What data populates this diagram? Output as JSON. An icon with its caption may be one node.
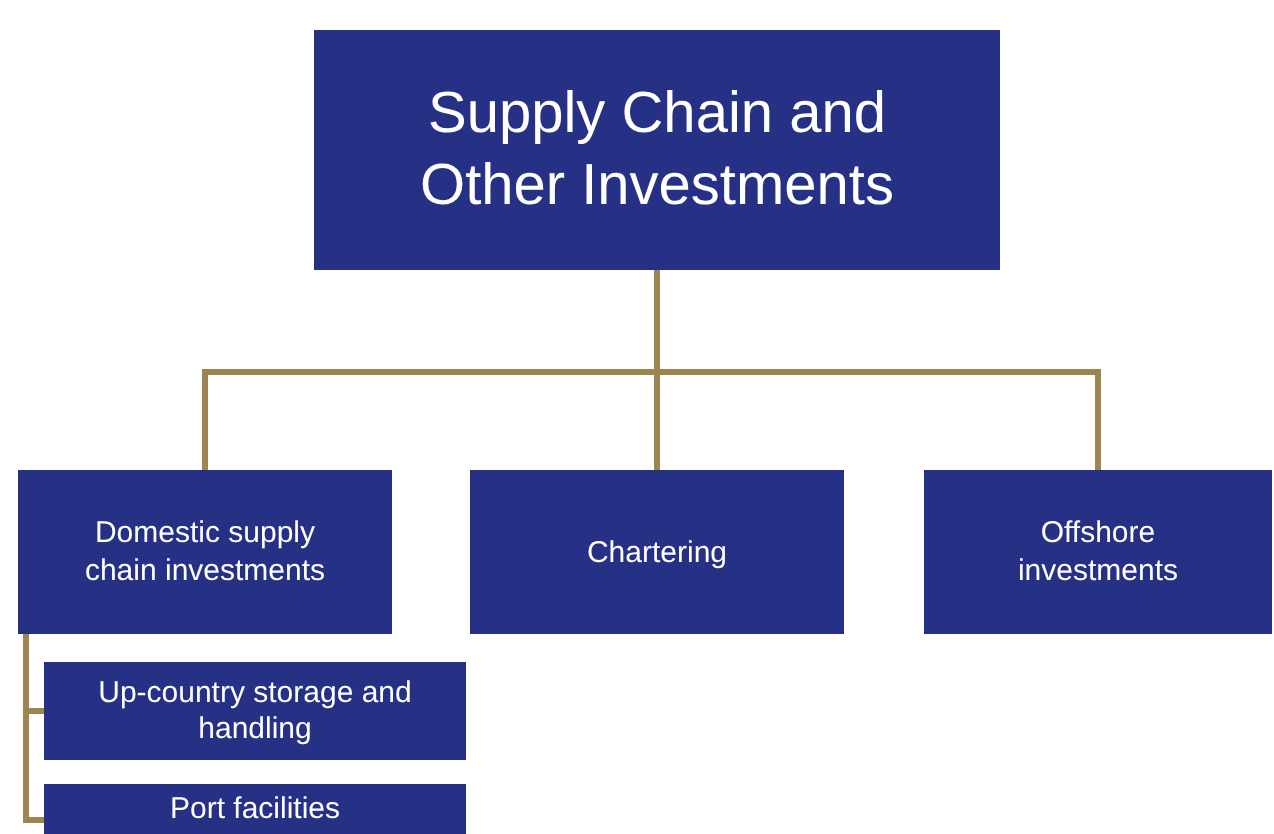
{
  "diagram": {
    "nodes": [
      {
        "text": [
          "Supply Chain and Other Investments"
        ]
      },
      {
        "text": [
          "Domestic supply chain investments"
        ]
      },
      {
        "text": [
          "Chartering"
        ]
      },
      {
        "text": [
          "Offshore investments"
        ]
      },
      {
        "text": [
          "Up-country storage and handling"
        ]
      },
      {
        "text": [
          "Port facilities"
        ]
      }
    ],
    "edges": [
      {
        "from": 0,
        "to": 1,
        "arrow": "none"
      },
      {
        "from": 0,
        "to": 2,
        "arrow": "none"
      },
      {
        "from": 0,
        "to": 3,
        "arrow": "none"
      },
      {
        "from": 1,
        "to": 4,
        "arrow": "none"
      },
      {
        "from": 1,
        "to": 5,
        "arrow": "none"
      }
    ]
  }
}
